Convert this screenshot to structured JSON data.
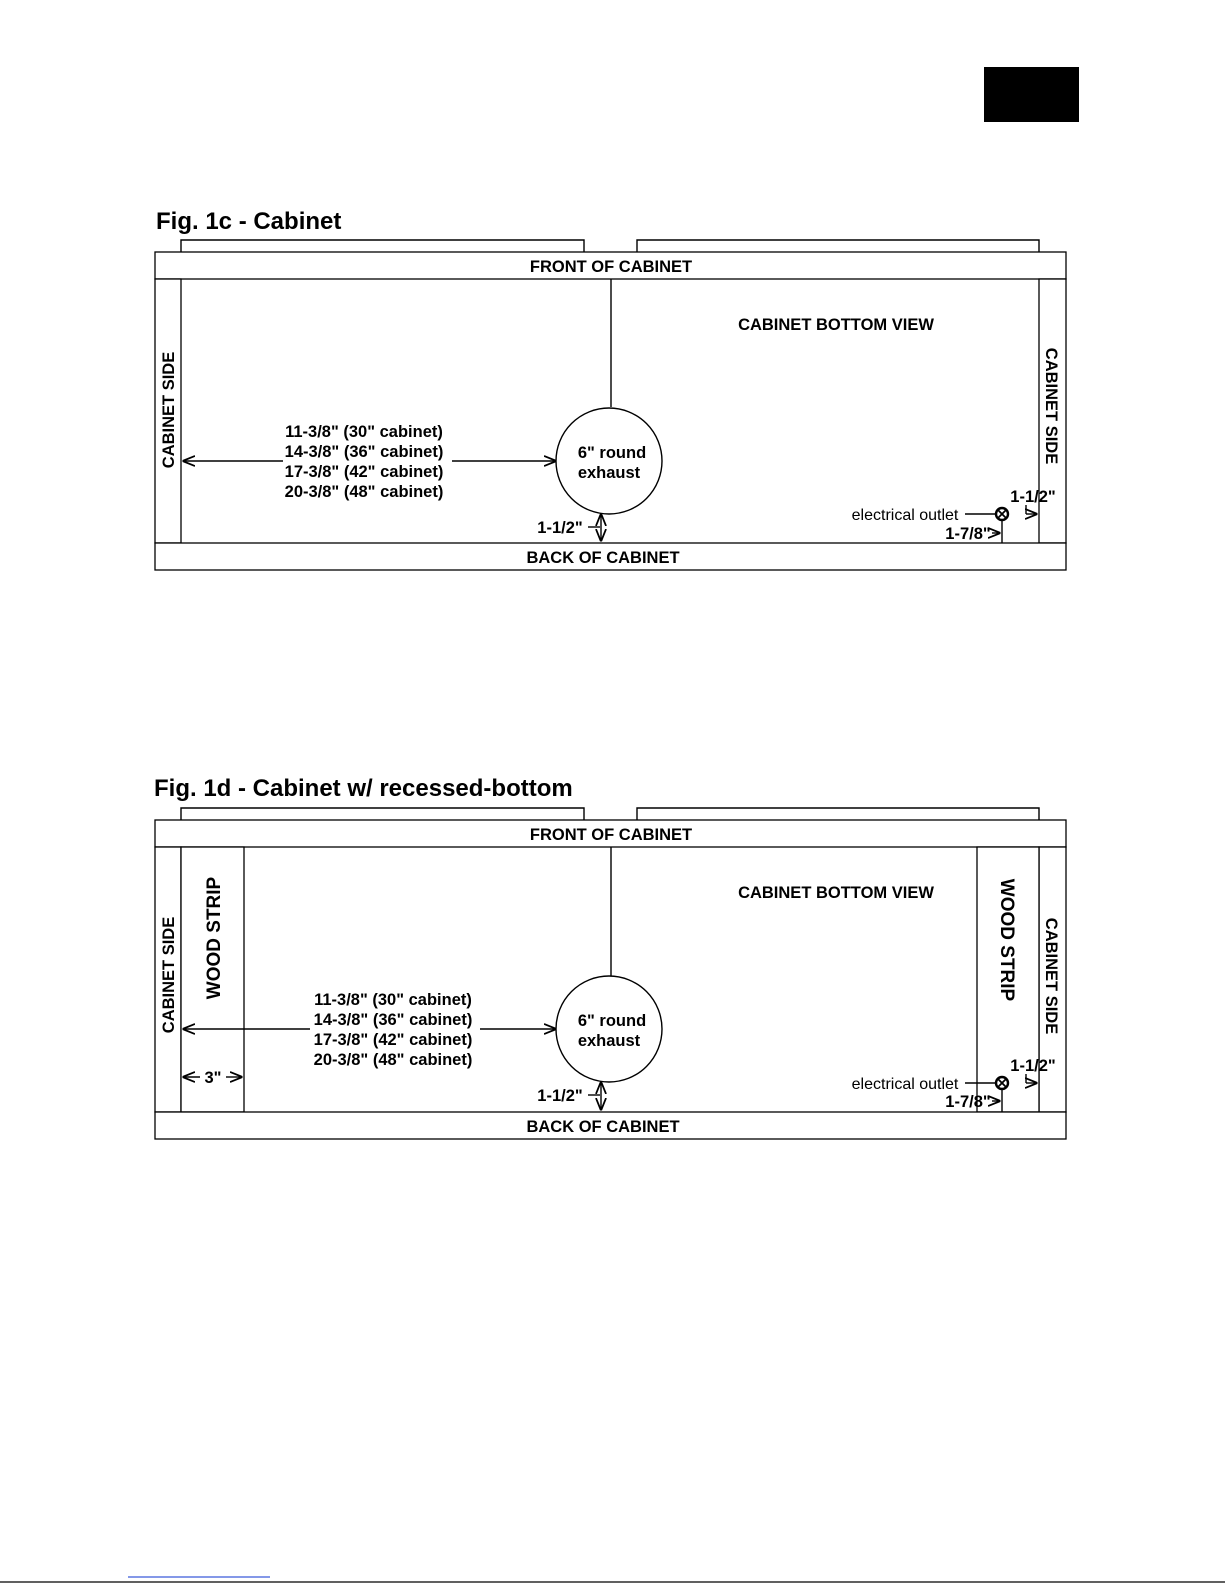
{
  "figures": [
    {
      "title": "Fig. 1c - Cabinet",
      "front": "FRONT OF CABINET",
      "back": "BACK OF CABINET",
      "view": "CABINET BOTTOM VIEW",
      "side_left": "CABINET SIDE",
      "side_right": "CABINET SIDE",
      "dims": [
        "11-3/8\" (30\" cabinet)",
        "14-3/8\" (36\" cabinet)",
        "17-3/8\" (42\" cabinet)",
        "20-3/8\" (48\" cabinet)"
      ],
      "exhaust_line1": "6\" round",
      "exhaust_line2": "exhaust",
      "exhaust_offset": "1-1/2\"",
      "outlet_label": "electrical outlet",
      "outlet_side_dim": "1-1/2\"",
      "outlet_back_dim": "1-7/8\""
    },
    {
      "title": "Fig. 1d - Cabinet w/ recessed-bottom",
      "front": "FRONT OF CABINET",
      "back": "BACK OF CABINET",
      "view": "CABINET BOTTOM VIEW",
      "side_left": "CABINET SIDE",
      "side_right": "CABINET SIDE",
      "strip_left": "WOOD STRIP",
      "strip_right": "WOOD STRIP",
      "strip_width": "3\"",
      "dims": [
        "11-3/8\" (30\" cabinet)",
        "14-3/8\" (36\" cabinet)",
        "17-3/8\" (42\" cabinet)",
        "20-3/8\" (48\" cabinet)"
      ],
      "exhaust_line1": "6\" round",
      "exhaust_line2": "exhaust",
      "exhaust_offset": "1-1/2\"",
      "outlet_label": "electrical outlet",
      "outlet_side_dim": "1-1/2\"",
      "outlet_back_dim": "1-7/8\""
    }
  ]
}
